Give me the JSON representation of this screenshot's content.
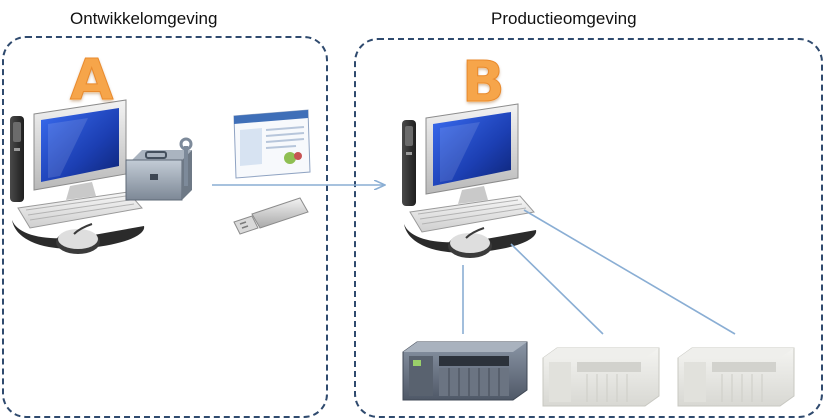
{
  "environments": {
    "development": {
      "title": "Ontwikkelomgeving",
      "letter": "A"
    },
    "production": {
      "title": "Productieomgeving",
      "letter": "B"
    }
  },
  "icons": {
    "dev_computer": "desktop-computer-icon",
    "toolbox": "toolbox-icon",
    "window": "application-window-icon",
    "usb": "usb-stick-icon",
    "prod_computer": "desktop-computer-icon",
    "controllers": [
      "plc-controller-icon",
      "plc-controller-icon",
      "plc-controller-icon"
    ]
  },
  "colors": {
    "box_border": "#2f4a6e",
    "letter": "#f6a54a",
    "connector": "#8aaed4",
    "screen": "#1c3fb3",
    "active_controller": "#5e6878",
    "inactive_controller": "#e6e6e2"
  }
}
